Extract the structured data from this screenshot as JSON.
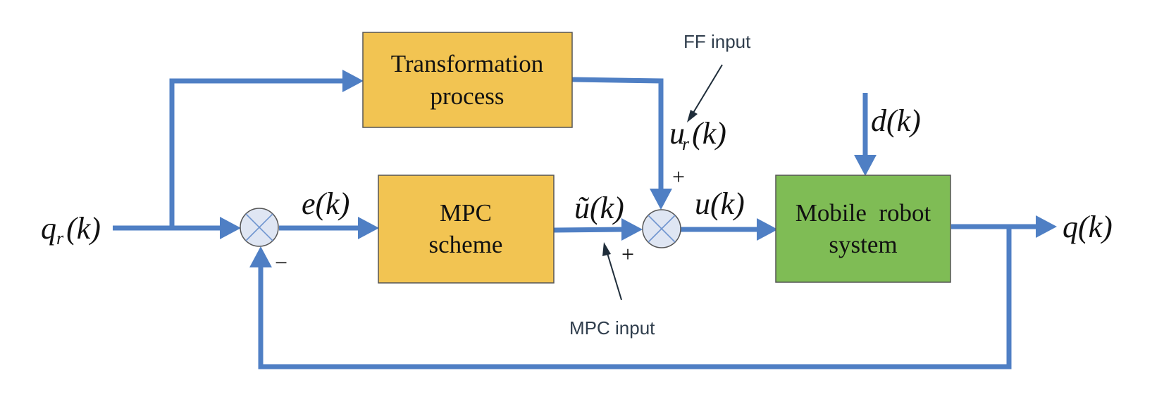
{
  "diagram": {
    "title": "MPC-based mobile robot control block diagram",
    "colors": {
      "wire": "#4f7fc4",
      "block_yellow": "#f2c452",
      "block_green": "#7fbc55",
      "sum_junction": "#dfe6f3",
      "annotation_text": "#2f3d4c"
    },
    "blocks": {
      "transformation": {
        "line1": "Transformation",
        "line2": "process"
      },
      "mpc": {
        "line1": "MPC",
        "line2": "scheme"
      },
      "robot": {
        "line1": "Mobile  robot",
        "line2": "system"
      }
    },
    "signals": {
      "reference": {
        "base": "q",
        "sub": "r",
        "arg": "(k)"
      },
      "error": {
        "base": "e",
        "arg": "(k)"
      },
      "mpc_output": {
        "base": "ũ",
        "arg": "(k)"
      },
      "feedforward": {
        "base": "u",
        "sub": "r",
        "arg": "(k)"
      },
      "control": {
        "base": "u",
        "arg": "(k)"
      },
      "disturbance": {
        "base": "d",
        "arg": "(k)"
      },
      "output": {
        "base": "q",
        "arg": "(k)"
      }
    },
    "signs": {
      "feedback_minus": "−",
      "ff_plus": "+",
      "mpc_plus": "+"
    },
    "annotations": {
      "ff_input": "FF input",
      "mpc_input": "MPC input"
    }
  }
}
